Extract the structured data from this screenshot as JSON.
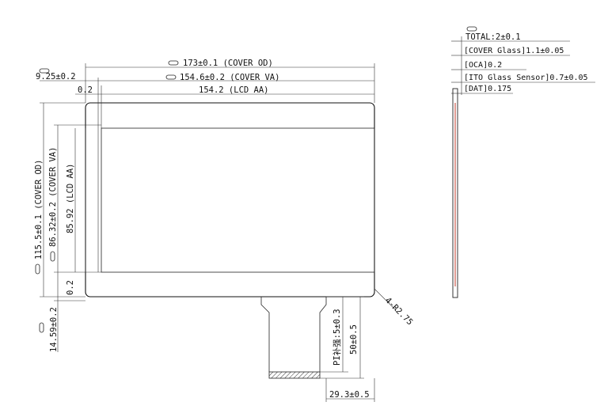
{
  "front_view": {
    "cover_od_width": "173±0.1 (COVER OD)",
    "cover_va_width": "154.6±0.2 (COVER VA)",
    "lcd_aa_width": "154.2 (LCD AA)",
    "left_offset": "9.25±0.2",
    "left_gap": "0.2",
    "cover_od_height": "115.5±0.1 (COVER OD)",
    "cover_va_height": "86.32±0.2 (COVER VA)",
    "lcd_aa_height": "85.92 (LCD AA)",
    "bottom_gap": "0.2",
    "bottom_offset": "14.59±0.2",
    "corner_radius": "4-R2.75",
    "pi_stiffener": "PI补强:5±0.3",
    "fpc_length": "50±0.5",
    "fpc_width": "29.3±0.5"
  },
  "side_view": {
    "total": "TOTAL:2±0.1",
    "cover_glass": "[COVER Glass]1.1±0.05",
    "oca": "[OCA]0.2",
    "ito_sensor": "[ITO Glass Sensor]0.7±0.05",
    "dat": "[DAT]0.175"
  },
  "colors": {
    "line": "#222222",
    "sensor_layer": "#c0392b"
  }
}
